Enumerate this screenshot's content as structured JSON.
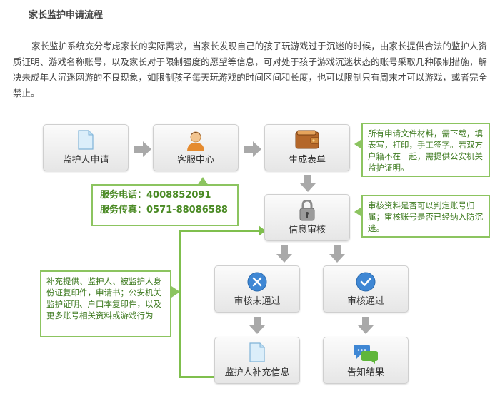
{
  "title": "家长监护申请流程",
  "intro": "家长监护系统充分考虑家长的实际需求，当家长发现自己的孩子玩游戏过于沉迷的时候，由家长提供合法的监护人资质证明、游戏名称账号，以及家长对于限制强度的愿望等信息，可对处于孩子游戏沉迷状态的账号采取几种限制措施，解决未成年人沉迷网游的不良现象，如限制孩子每天玩游戏的时间区间和长度，也可以限制只有周末才可以游戏，或者完全禁止。",
  "flow": {
    "guardian_apply": "监护人申请",
    "service_center": "客服中心",
    "generate_form": "生成表单",
    "info_review": "信息审核",
    "review_failed": "审核未通过",
    "review_passed": "审核通过",
    "guardian_supplement": "监护人补充信息",
    "notify_result": "告知结果"
  },
  "notes": {
    "materials": "所有申请文件材料，需下载，填表写，打印，手工签字。若双方户籍不在一起，需提供公安机关监护证明。",
    "review": "审核资料是否可以判定账号归属；审核账号是否已经纳入防沉迷。",
    "supplement": "补充提供、监护人、被监护人身份证复印件，申请书；公安机关监护证明、户口本复印件，以及更多账号相关资料或游戏行为"
  },
  "contact": {
    "phone": "服务电话：4008852091",
    "fax": "服务传真：0571-88086588"
  },
  "icons": {
    "guardian_apply": "document-icon",
    "service_center": "user-avatar-icon",
    "generate_form": "wallet-icon",
    "info_review": "padlock-icon",
    "review_failed": "x-circle-icon",
    "review_passed": "check-circle-icon",
    "guardian_supplement": "document-icon",
    "notify_result": "chat-bubbles-icon"
  },
  "colors": {
    "note_border": "#8cc460",
    "note_text": "#3d7a1f",
    "arrow": "#a9a9a9",
    "fail_icon": "#3f87d4",
    "pass_icon": "#3f87d4"
  }
}
